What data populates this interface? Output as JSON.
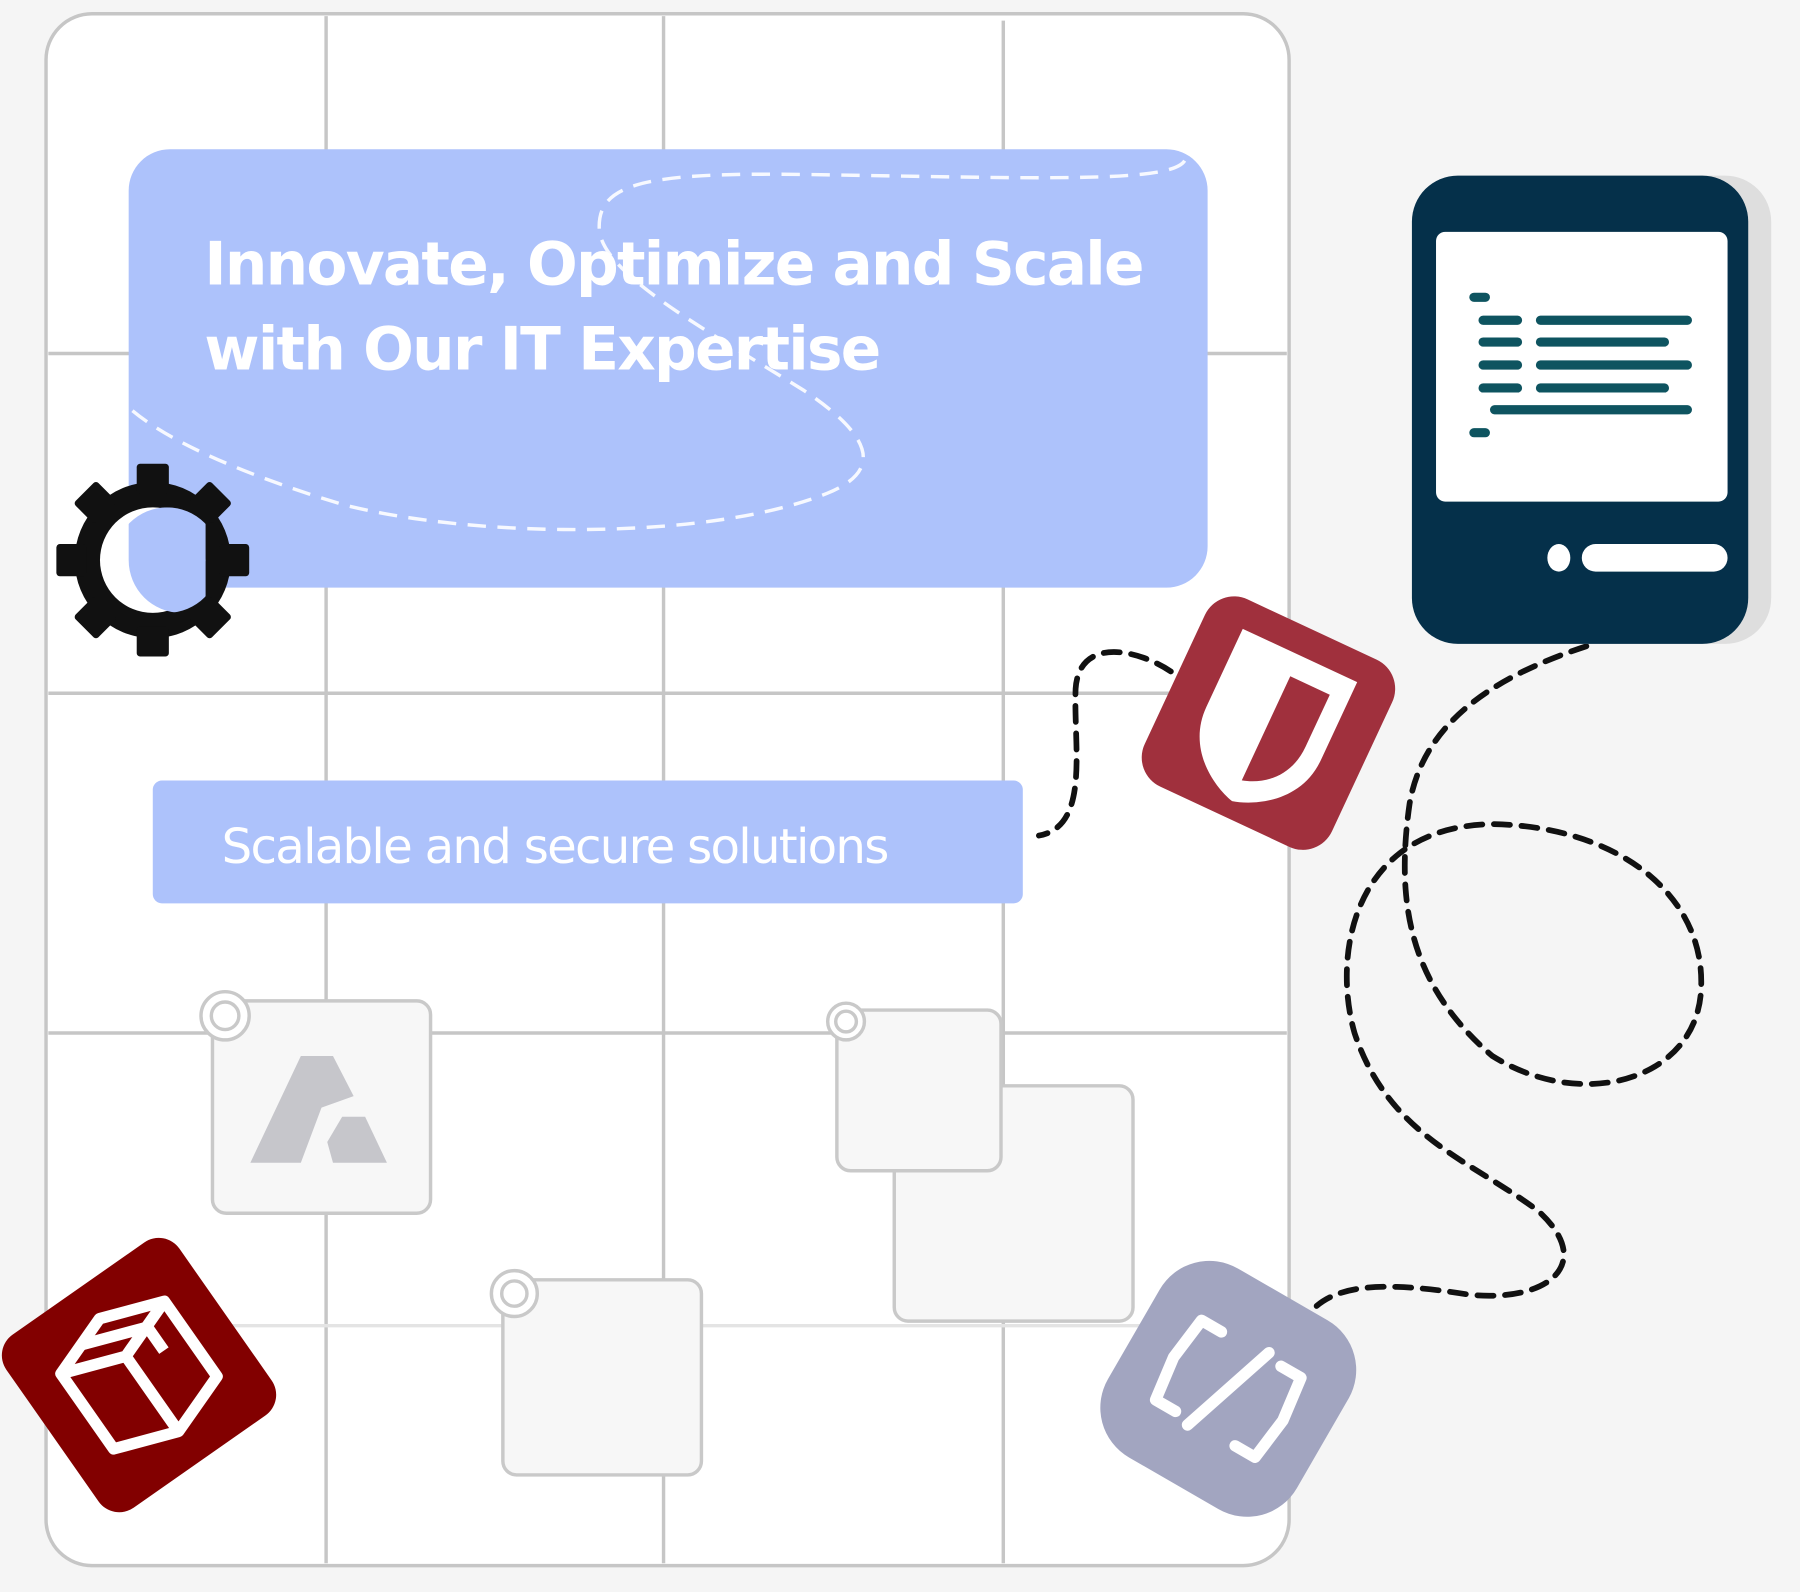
{
  "hero": {
    "title_line1": "Innovate, Optimize and Scale",
    "title_line2": "with Our IT Expertise",
    "subtitle": "Scalable and secure solutions"
  },
  "colors": {
    "background": "#f5f5f5",
    "panel_blue": "#adc2fb",
    "device_navy": "#05304a",
    "shield_red": "#a0303d",
    "cube_red": "#820000",
    "code_purple": "#a2a5c0"
  },
  "icons": [
    "gear-icon",
    "shield-icon",
    "cube-icon",
    "code-icon",
    "monitor-icon",
    "logo-a-icon"
  ]
}
